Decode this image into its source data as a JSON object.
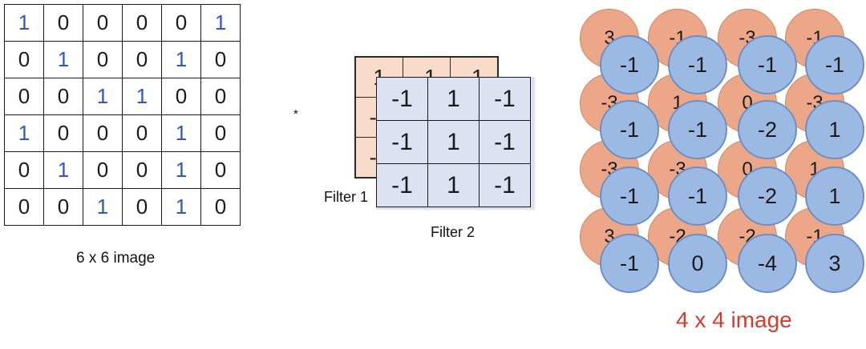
{
  "image": {
    "caption": "6 x 6 image",
    "rows": [
      [
        "1",
        "0",
        "0",
        "0",
        "0",
        "1"
      ],
      [
        "0",
        "1",
        "0",
        "0",
        "1",
        "0"
      ],
      [
        "0",
        "0",
        "1",
        "1",
        "0",
        "0"
      ],
      [
        "1",
        "0",
        "0",
        "0",
        "1",
        "0"
      ],
      [
        "0",
        "1",
        "0",
        "0",
        "1",
        "0"
      ],
      [
        "0",
        "0",
        "1",
        "0",
        "1",
        "0"
      ]
    ]
  },
  "operator": "*",
  "filter1": {
    "label": "Filter 1",
    "rows": [
      [
        "1",
        "-1",
        "-1"
      ],
      [
        "-1",
        "1",
        "-1"
      ],
      [
        "-1",
        "-1",
        "1"
      ]
    ]
  },
  "filter2": {
    "label": "Filter 2",
    "rows": [
      [
        "-1",
        "1",
        "-1"
      ],
      [
        "-1",
        "1",
        "-1"
      ],
      [
        "-1",
        "1",
        "-1"
      ]
    ]
  },
  "output": {
    "caption": "4 x 4 image",
    "filter1_rows": [
      [
        "3",
        "-1",
        "-3",
        "-1"
      ],
      [
        "-3",
        "1",
        "0",
        "-3"
      ],
      [
        "-3",
        "-3",
        "0",
        "1"
      ],
      [
        "3",
        "-2",
        "-2",
        "-1"
      ]
    ],
    "filter2_rows": [
      [
        "-1",
        "-1",
        "-1",
        "-1"
      ],
      [
        "-1",
        "-1",
        "-2",
        "1"
      ],
      [
        "-1",
        "-1",
        "-2",
        "1"
      ],
      [
        "-1",
        "0",
        "-4",
        "3"
      ]
    ]
  },
  "colors": {
    "one_digit": "#2f56c9",
    "filter1_fill": "#f8dcc9",
    "filter2_fill": "#dde2f2",
    "red_circle": "#eba787",
    "blue_circle": "#9cb9e3",
    "output_caption": "#d23c2f"
  }
}
